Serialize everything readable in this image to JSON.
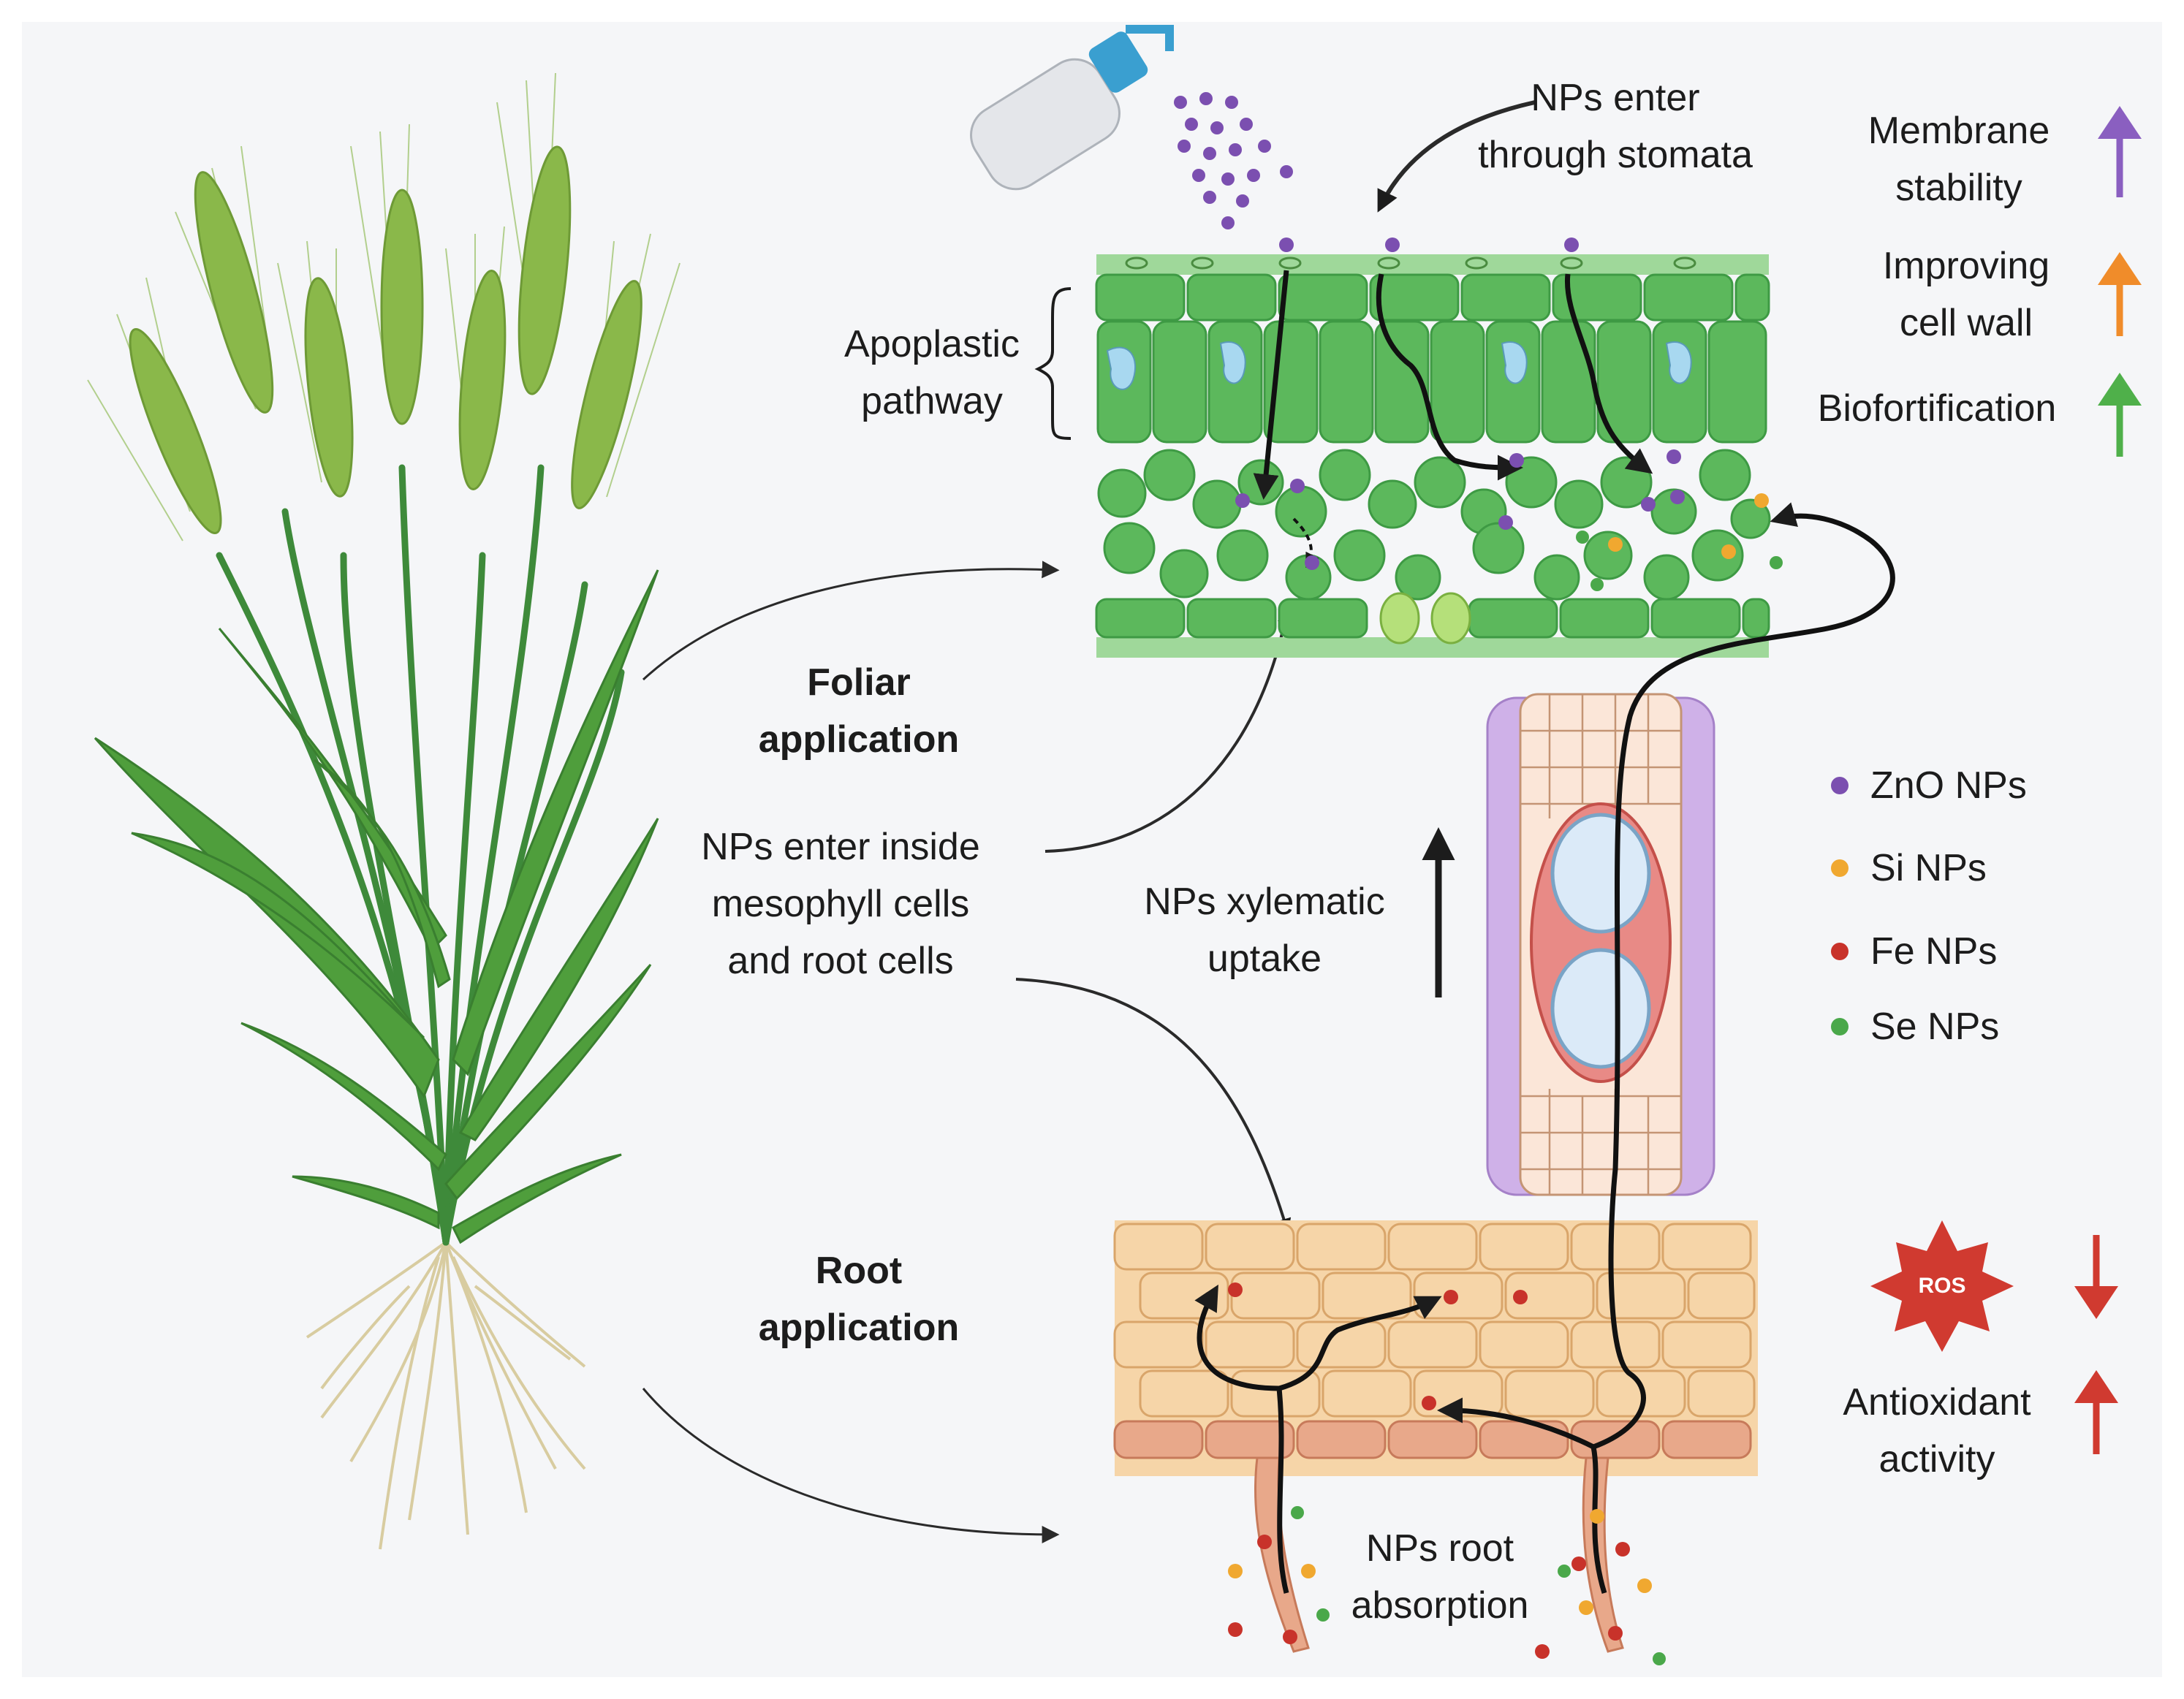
{
  "labels": {
    "stomata": [
      "NPs enter",
      "through stomata"
    ],
    "apoplastic": [
      "Apoplastic",
      "pathway"
    ],
    "foliar": [
      "Foliar",
      "application"
    ],
    "enter_cells": [
      "NPs enter inside",
      "mesophyll cells",
      "and root cells"
    ],
    "xylem": [
      "NPs xylematic",
      "uptake"
    ],
    "root_app": [
      "Root",
      "application"
    ],
    "root_abs": [
      "NPs root",
      "absorption"
    ],
    "membrane": [
      "Membrane",
      "stability"
    ],
    "cell_wall": [
      "Improving",
      "cell wall"
    ],
    "biofort": "Biofortification",
    "ros": "ROS",
    "antioxidant": [
      "Antioxidant",
      "activity"
    ]
  },
  "legend": [
    {
      "label": "ZnO NPs",
      "color": "#7b4fb0"
    },
    {
      "label": "Si NPs",
      "color": "#f0a830"
    },
    {
      "label": "Fe NPs",
      "color": "#c8322a"
    },
    {
      "label": "Se NPs",
      "color": "#4aa84a"
    }
  ],
  "effects": [
    {
      "name": "membrane-stability",
      "direction": "up",
      "color": "#8a5fc0"
    },
    {
      "name": "improving-cell-wall",
      "direction": "up",
      "color": "#f08c2a"
    },
    {
      "name": "biofortification",
      "direction": "up",
      "color": "#4fb04a"
    },
    {
      "name": "ros",
      "direction": "down",
      "color": "#d03a30"
    },
    {
      "name": "antioxidant-activity",
      "direction": "up",
      "color": "#d03a30"
    }
  ],
  "colors": {
    "leaf_cell": "#5cb85c",
    "leaf_cell_dark": "#3e9a44",
    "root_cell": "#f6d5a8",
    "root_outline": "#d9a56a",
    "xylem_purple": "#cfb1e8",
    "xylem_red": "#e88a86",
    "xylem_blue": "#dbeaf8",
    "wheat": "#8ab84a",
    "stem": "#3e8a3a",
    "roots": "#d8cca0"
  }
}
